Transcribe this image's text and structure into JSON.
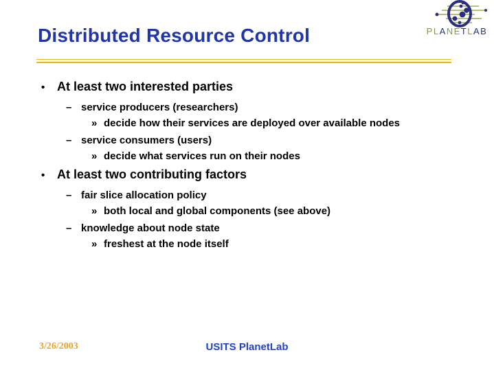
{
  "slide": {
    "title": "Distributed Resource Control",
    "markers": {
      "1": "•",
      "2": "–",
      "3": "»"
    },
    "bullets": [
      {
        "level": 1,
        "text": "At least two interested parties"
      },
      {
        "level": 2,
        "text": "service producers (researchers)"
      },
      {
        "level": 3,
        "text": "decide how their services are deployed over available nodes"
      },
      {
        "level": 2,
        "text": "service consumers (users)"
      },
      {
        "level": 3,
        "text": "decide what services run on their nodes"
      },
      {
        "level": 1,
        "text": "At least two contributing factors"
      },
      {
        "level": 2,
        "text": "fair slice allocation policy"
      },
      {
        "level": 3,
        "text": "both local and global components (see above)"
      },
      {
        "level": 2,
        "text": "knowledge about node state"
      },
      {
        "level": 3,
        "text": "freshest at the node itself"
      }
    ],
    "logo": {
      "wordmark": "PLANETLAB",
      "letters": [
        {
          "ch": "P",
          "tone": "green"
        },
        {
          "ch": "L",
          "tone": "green"
        },
        {
          "ch": "A",
          "tone": "navy"
        },
        {
          "ch": "N",
          "tone": "green"
        },
        {
          "ch": "E",
          "tone": "green"
        },
        {
          "ch": "T",
          "tone": "navy"
        },
        {
          "ch": "L",
          "tone": "green"
        },
        {
          "ch": "A",
          "tone": "navy"
        },
        {
          "ch": "B",
          "tone": "navy"
        }
      ],
      "emblem_icon": "planetlab-ellipse-network-icon"
    },
    "footer": {
      "date": "3/26/2003",
      "center": "USITS PlanetLab"
    },
    "colors": {
      "title": "#1f35a8",
      "rule_gold": "#edb913",
      "footer_date": "#e8a41f",
      "footer_center": "#2141cc",
      "logo_navy": "#2b2e7e",
      "logo_green": "#7f9d3f",
      "logo_line_green": "#9bae52",
      "body_text": "#000000",
      "background": "#ffffff"
    }
  }
}
